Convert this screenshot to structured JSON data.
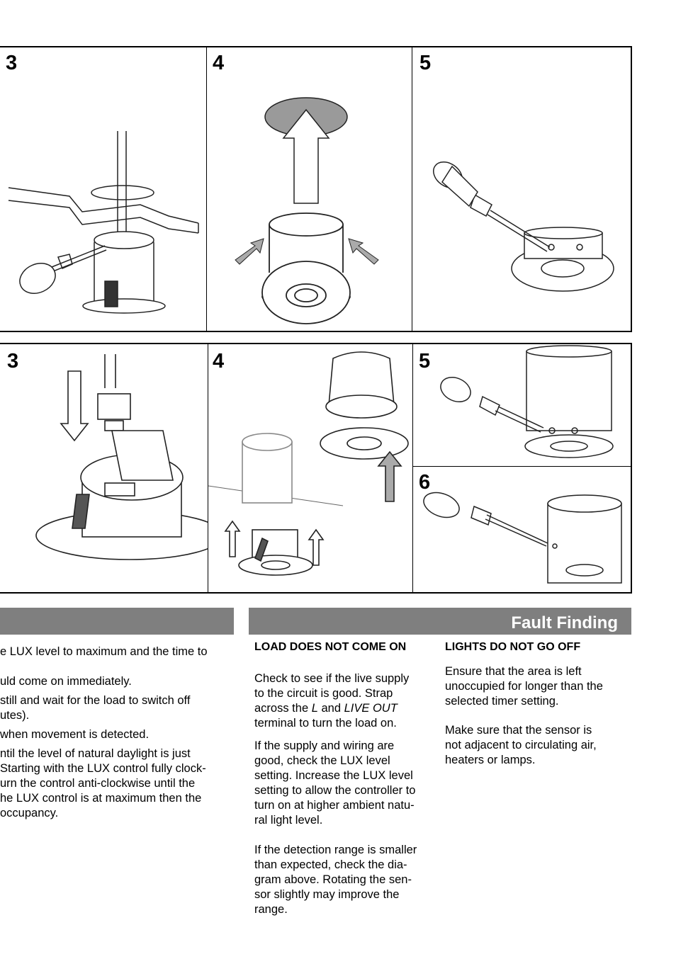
{
  "panels_top": [
    "3",
    "4",
    "5"
  ],
  "panels_bottom": [
    "3",
    "4",
    "5",
    "6"
  ],
  "left_section": {
    "lines": [
      "e LUX level to maximum and the time to",
      "uld come on immediately.",
      "still and wait for the load to switch off",
      "utes).",
      " when movement is detected.",
      "ntil the level of natural daylight is just",
      "Starting with the LUX control fully clock-",
      "urn the control anti-clockwise until the",
      "he LUX control is at maximum then the",
      "occupancy."
    ]
  },
  "fault_finding": {
    "title": "Fault Finding",
    "col1": {
      "heading": "LOAD DOES NOT COME ON",
      "para1": [
        "Check to see if the live supply",
        "to the circuit is good. Strap"
      ],
      "para1_across": "across the ",
      "para1_L": "L",
      "para1_and": " and ",
      "para1_liveout": "LIVE OUT",
      "para1_last": "terminal to turn the load on.",
      "para2": [
        "If the supply and wiring are",
        "good, check the LUX level",
        "setting. Increase the LUX level",
        "setting to allow the controller to",
        "turn on at higher ambient natu-",
        "ral light level."
      ],
      "para3": [
        "If the detection range is smaller",
        "than expected, check the dia-",
        "gram above. Rotating the sen-",
        "sor slightly may improve the",
        "range."
      ]
    },
    "col2": {
      "heading": "LIGHTS DO NOT GO OFF",
      "para1": [
        "Ensure that the area is left",
        "unoccupied for longer than the",
        "selected timer setting."
      ],
      "para2": [
        "Make sure that the sensor is",
        "not adjacent to circulating air,",
        "heaters or lamps."
      ]
    }
  }
}
